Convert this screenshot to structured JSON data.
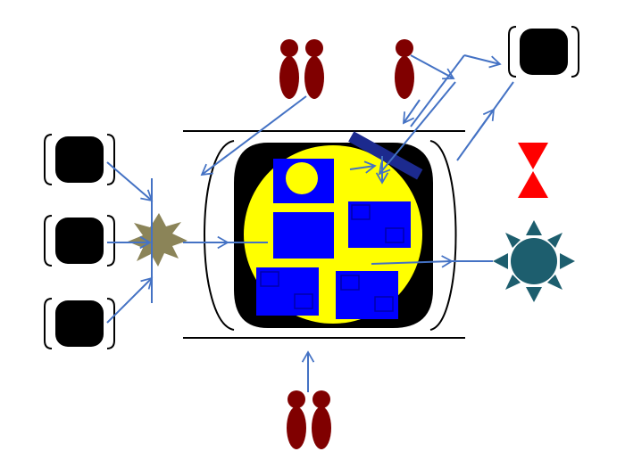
{
  "colors": {
    "background": "#ffffff",
    "arrow": "#4472c4",
    "outline": "#000000",
    "screen_bg": "#ffff00",
    "panel": "#0000ff",
    "panel_line": "#0000cc",
    "figure": "#800000",
    "burst": "#8b8458",
    "sun": "#1d5e6e",
    "hourglass": "#ff0000",
    "slab": "#1c2a8e"
  },
  "symbols": {
    "display_units": [
      "display-left-top",
      "display-left-middle",
      "display-left-bottom",
      "display-right-top"
    ],
    "persons": [
      "pair-top",
      "single-top",
      "pair-bottom"
    ],
    "burst": "starburst",
    "sun": "sun",
    "hourglass": "hourglass",
    "slab": "blue-bar",
    "circle": "yellow-circle"
  }
}
